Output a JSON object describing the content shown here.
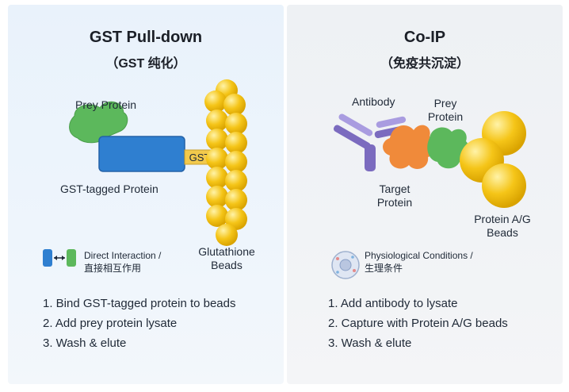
{
  "left_panel": {
    "title": "GST Pull-down",
    "subtitle": "（GST 纯化）",
    "labels": {
      "prey": "Prey Protein",
      "gst_tag": "GST",
      "gst_tagged": "GST-tagged Protein",
      "beads_line1": "Glutathione",
      "beads_line2": "Beads"
    },
    "legend": {
      "line1": "Direct Interaction /",
      "line2": "直接相互作用",
      "icon": "arrows-interaction-icon"
    },
    "steps": [
      "1. Bind GST-tagged protein to beads",
      "2. Add prey protein lysate",
      "3. Wash & elute"
    ]
  },
  "right_panel": {
    "title": "Co-IP",
    "subtitle": "（免疫共沉淀）",
    "labels": {
      "antibody": "Antibody",
      "prey_line1": "Prey",
      "prey_line2": "Protein",
      "target_line1": "Target",
      "target_line2": "Protein",
      "beads_line1": "Protein A/G",
      "beads_line2": "Beads"
    },
    "legend": {
      "line1": "Physiological Conditions /",
      "line2": "生理条件",
      "icon": "cell-icon"
    },
    "steps": [
      "1. Add antibody to lysate",
      "2. Capture with Protein A/G beads",
      "3. Wash & elute"
    ]
  },
  "colors": {
    "prey_green": "#5cb85c",
    "gst_blue": "#2f7fd0",
    "gst_tag_yellow": "#f2c94c",
    "bead_yellow": "#f5c518",
    "target_orange": "#f08a3a",
    "antibody_purple": "#7b6bbf"
  }
}
